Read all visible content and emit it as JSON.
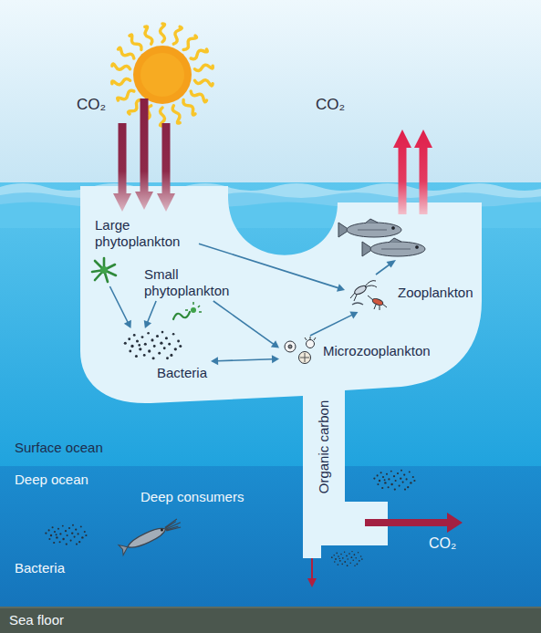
{
  "diagram": {
    "nodes": [
      {
        "text": [
          "Large phytoplankton"
        ]
      },
      {
        "text": [
          "Small phytoplankton"
        ]
      },
      {
        "text": [
          "Bacteria"
        ]
      },
      {
        "text": [
          "Microzooplankton"
        ]
      },
      {
        "text": [
          "Zooplankton"
        ]
      }
    ],
    "edges": [
      {
        "from": 0,
        "to": 2,
        "arrow": "to"
      },
      {
        "from": 1,
        "to": 2,
        "arrow": "to"
      },
      {
        "from": 0,
        "to": 4,
        "arrow": "to"
      },
      {
        "from": 1,
        "to": 3,
        "arrow": "to"
      },
      {
        "from": 2,
        "to": 3,
        "arrow": "both"
      },
      {
        "from": 3,
        "to": 4,
        "arrow": "to"
      }
    ],
    "labels": [
      "CO₂",
      "CO₂",
      "Organic carbon",
      "Surface ocean",
      "Deep ocean",
      "Deep consumers",
      "CO₂",
      "Bacteria",
      "Sea floor"
    ]
  }
}
